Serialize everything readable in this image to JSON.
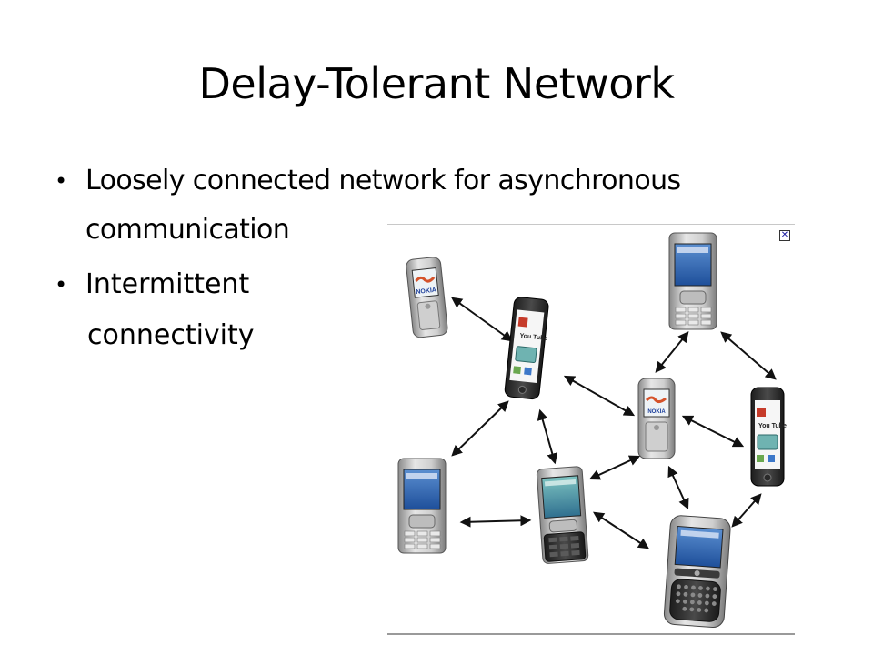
{
  "slide": {
    "title": "Delay-Tolerant Network",
    "bullets": [
      {
        "line1": "Loosely connected network for asynchronous",
        "line2": "communication"
      },
      {
        "line1": "Intermittent",
        "line2": "connectivity"
      }
    ],
    "bullet_glyph": "•"
  },
  "diagram": {
    "close_glyph": "✕",
    "phones": [
      {
        "id": "p1",
        "model": "nokia-candybar",
        "screen_text": "NOKIA"
      },
      {
        "id": "p2",
        "model": "iphone",
        "screen_text": "You Tube"
      },
      {
        "id": "p3",
        "model": "nokia-n73",
        "screen_text": ""
      },
      {
        "id": "p4",
        "model": "nokia-candybar-center",
        "screen_text": "NOKIA"
      },
      {
        "id": "p5",
        "model": "iphone-right",
        "screen_text": "You Tube"
      },
      {
        "id": "p6",
        "model": "nokia-n73-left",
        "screen_text": ""
      },
      {
        "id": "p7",
        "model": "nokia-n95",
        "screen_text": ""
      },
      {
        "id": "p8",
        "model": "blackberry",
        "screen_text": ""
      }
    ]
  }
}
